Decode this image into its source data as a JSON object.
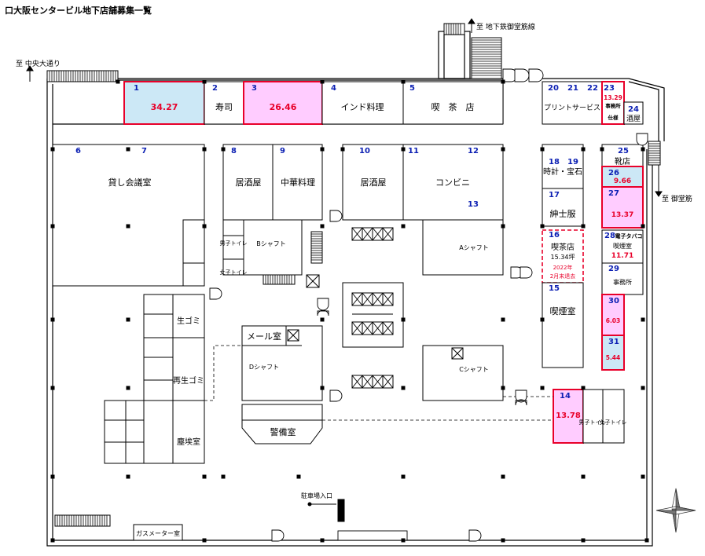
{
  "title": "口大阪センタービル地下店舗募集一覧",
  "directions": {
    "subway": "至 地下鉄御堂筋線",
    "chuo": "至 中央大通り",
    "midosuji": "至 御堂筋",
    "parking": "駐車場入口"
  },
  "colors": {
    "vacant_pink": "#ffccff",
    "vacant_blue": "#cce8f6",
    "highlight_red": "#e8002a",
    "number_blue": "#0b1fb3"
  },
  "units": [
    {
      "num": "1",
      "area": "34.27",
      "status": "vacant"
    },
    {
      "num": "2",
      "name": "寿司"
    },
    {
      "num": "3",
      "area": "26.46",
      "status": "vacant"
    },
    {
      "num": "4",
      "name": "インド料理"
    },
    {
      "num": "5",
      "name": "喫　茶　店"
    },
    {
      "num": "6"
    },
    {
      "num": "7",
      "name": "貸し会議室"
    },
    {
      "num": "8",
      "name": "居酒屋"
    },
    {
      "num": "9",
      "name": "中華料理"
    },
    {
      "num": "10",
      "name": "居酒屋"
    },
    {
      "num": "11",
      "name": "コンビニ"
    },
    {
      "num": "12"
    },
    {
      "num": "13"
    },
    {
      "num": "14",
      "area": "13.78",
      "status": "vacant"
    },
    {
      "num": "15",
      "name": "喫煙室"
    },
    {
      "num": "16",
      "name": "喫茶店",
      "area": "15.34坪",
      "note1": "2022年",
      "note2": "2月末退去"
    },
    {
      "num": "17",
      "name": "紳士服"
    },
    {
      "num": "18"
    },
    {
      "num": "19",
      "name": "時計・宝石"
    },
    {
      "num": "20",
      "name": "プリントサービス"
    },
    {
      "num": "21"
    },
    {
      "num": "22"
    },
    {
      "num": "23",
      "area": "13.29",
      "name1": "事務所",
      "name2": "仕様"
    },
    {
      "num": "24",
      "name": "酒屋"
    },
    {
      "num": "25",
      "name": "靴店"
    },
    {
      "num": "26",
      "area": "9.66"
    },
    {
      "num": "27",
      "area": "13.37"
    },
    {
      "num": "28",
      "name": "電子タバコ",
      "name2": "喫煙室",
      "area": "11.71"
    },
    {
      "num": "29",
      "name": "事務所"
    },
    {
      "num": "30",
      "area": "6.03"
    },
    {
      "num": "31",
      "area": "5.44"
    }
  ],
  "facilities": {
    "b_shaft": "Bシャフト",
    "a_shaft": "Aシャフト",
    "c_shaft": "Cシャフト",
    "d_shaft": "Dシャフト",
    "mail_room": "メール室",
    "guard_room": "警備室",
    "garbage": "生ゴミ",
    "recycle": "再生ゴミ",
    "dust": "塵埃室",
    "gas_meter": "ガスメーター室",
    "mens_wc": "男子トイレ",
    "womens_wc": "女子トイレ"
  }
}
